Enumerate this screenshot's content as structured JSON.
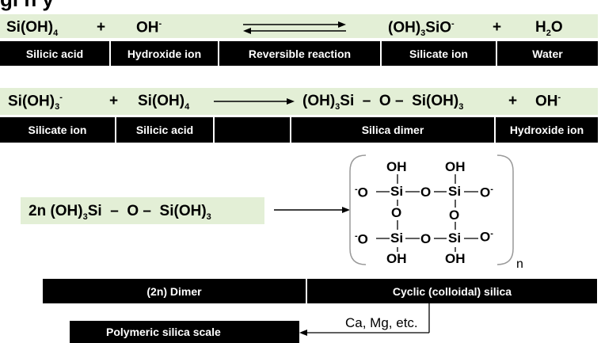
{
  "title_fragment": "gi  n    y",
  "eq1": {
    "terms": [
      {
        "base": "Si(OH)",
        "sub": "4"
      },
      {
        "text": "+"
      },
      {
        "base": "OH",
        "sup": "-"
      },
      {
        "base": "(OH)",
        "sub": "3",
        "tail": "SiO",
        "sup": "-"
      },
      {
        "text": "+"
      },
      {
        "base": "H",
        "sub": "2",
        "tail": "O"
      }
    ],
    "labels": [
      "Silicic acid",
      "Hydroxide ion",
      "Reversible reaction",
      "Silicate ion",
      "Water"
    ]
  },
  "eq2": {
    "terms": [
      {
        "base": "Si(OH)",
        "sub": "3",
        "sup": "-"
      },
      {
        "text": "+"
      },
      {
        "base": "Si(OH)",
        "sub": "4"
      },
      {
        "base": "(OH)",
        "sub": "3",
        "tail": "Si  –  O –  Si(OH)",
        "sub2": "3"
      },
      {
        "text": "+"
      },
      {
        "base": "OH",
        "sup": "-"
      }
    ],
    "labels": [
      "Silicate ion",
      "Silicic acid",
      "",
      "Silica dimer",
      "Hydroxide ion"
    ]
  },
  "eq3": {
    "prefix": "2n (OH)",
    "sub1": "3",
    "mid": "Si  –  O –  Si(OH)",
    "sub2": "3"
  },
  "cyclic": {
    "oh": "OH",
    "si": "Si",
    "o": "O",
    "o_minus": "O",
    "minus": "-",
    "n": "n"
  },
  "bottom_labels": {
    "dimer": "(2n) Dimer",
    "cyclic": "Cyclic (colloidal) silica"
  },
  "scale": {
    "label": "Polymeric silica scale",
    "catalyst": "Ca, Mg, etc."
  }
}
